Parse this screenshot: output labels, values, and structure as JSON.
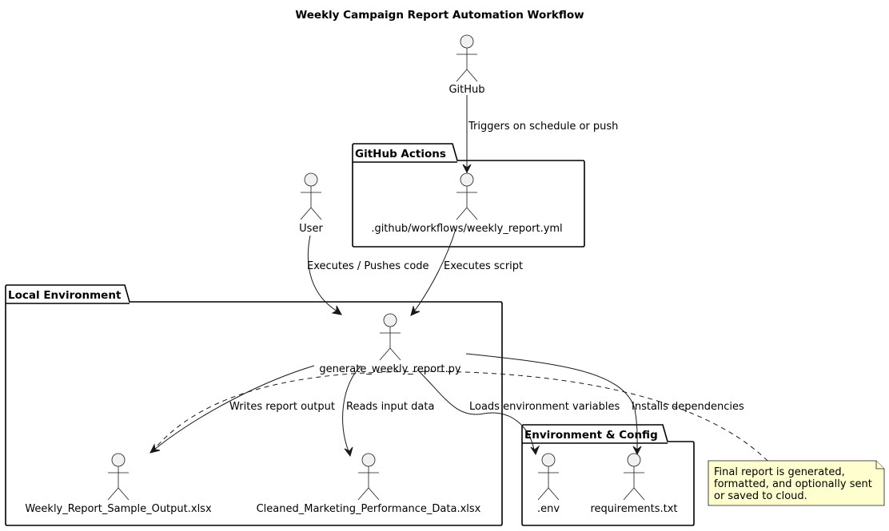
{
  "diagram": {
    "title": "Weekly Campaign Report Automation Workflow",
    "packages": {
      "github_actions": "GitHub Actions",
      "local_environment": "Local Environment",
      "environment_config": "Environment & Config"
    },
    "actors": {
      "github": "GitHub",
      "workflow": ".github/workflows/weekly_report.yml",
      "user": "User",
      "script": "generate_weekly_report.py",
      "output": "Weekly_Report_Sample_Output.xlsx",
      "input_data": "Cleaned_Marketing_Performance_Data.xlsx",
      "env": ".env",
      "requirements": "requirements.txt"
    },
    "edges": {
      "triggers": "Triggers on schedule or push",
      "user_executes": "Executes / Pushes code",
      "executes_script": "Executes script",
      "writes_output": "Writes report output",
      "reads_input": "Reads input data",
      "loads_env": "Loads environment variables",
      "installs_deps": "Installs dependencies"
    },
    "note": {
      "line1": "Final report is generated,",
      "line2": "formatted, and optionally sent",
      "line3": "or saved to cloud."
    }
  }
}
